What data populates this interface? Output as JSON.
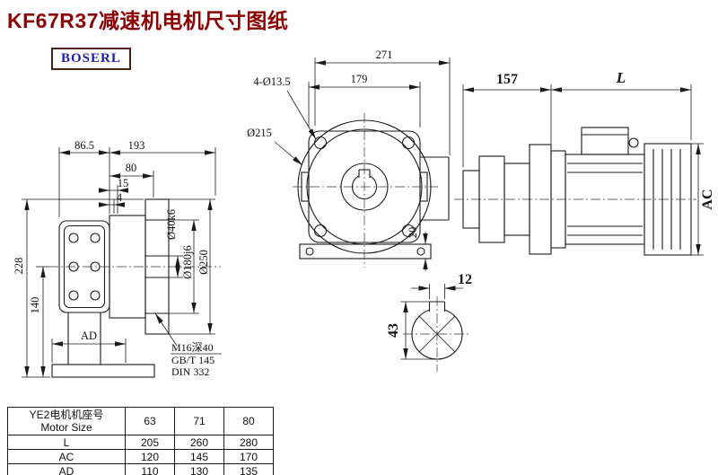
{
  "page": {
    "title": "KF67R37减速机电机尺寸图纸",
    "brand": "BOSERL"
  },
  "side_view": {
    "dim_86_5": "86.5",
    "dim_193": "193",
    "dim_80": "80",
    "dim_15": "15",
    "dim_4": "4",
    "dim_228": "228",
    "dim_140": "140",
    "dim_ad": "AD",
    "dim_shaft": "Ø40k6",
    "dim_spigot": "Ø180j6",
    "dim_flange": "Ø250",
    "note1": "M16深40",
    "note2": "GB/T 145",
    "note3": "DIN 332"
  },
  "front_view": {
    "dim_271": "271",
    "dim_179": "179",
    "dim_holes": "4-Ø13.5",
    "dim_flange": "Ø215",
    "dim_20": "20"
  },
  "motor_view": {
    "dim_157": "157",
    "dim_l": "L",
    "dim_ac": "AC"
  },
  "shaft_section": {
    "dim_12": "12",
    "dim_43": "43"
  },
  "table": {
    "header": {
      "label_cn": "YE2电机机座号",
      "label_en": "Motor Size",
      "sizes": [
        "63",
        "71",
        "80"
      ]
    },
    "rows": [
      {
        "label": "L",
        "values": [
          "205",
          "260",
          "280"
        ]
      },
      {
        "label": "AC",
        "values": [
          "120",
          "145",
          "170"
        ]
      },
      {
        "label": "AD",
        "values": [
          "110",
          "130",
          "135"
        ]
      }
    ]
  }
}
